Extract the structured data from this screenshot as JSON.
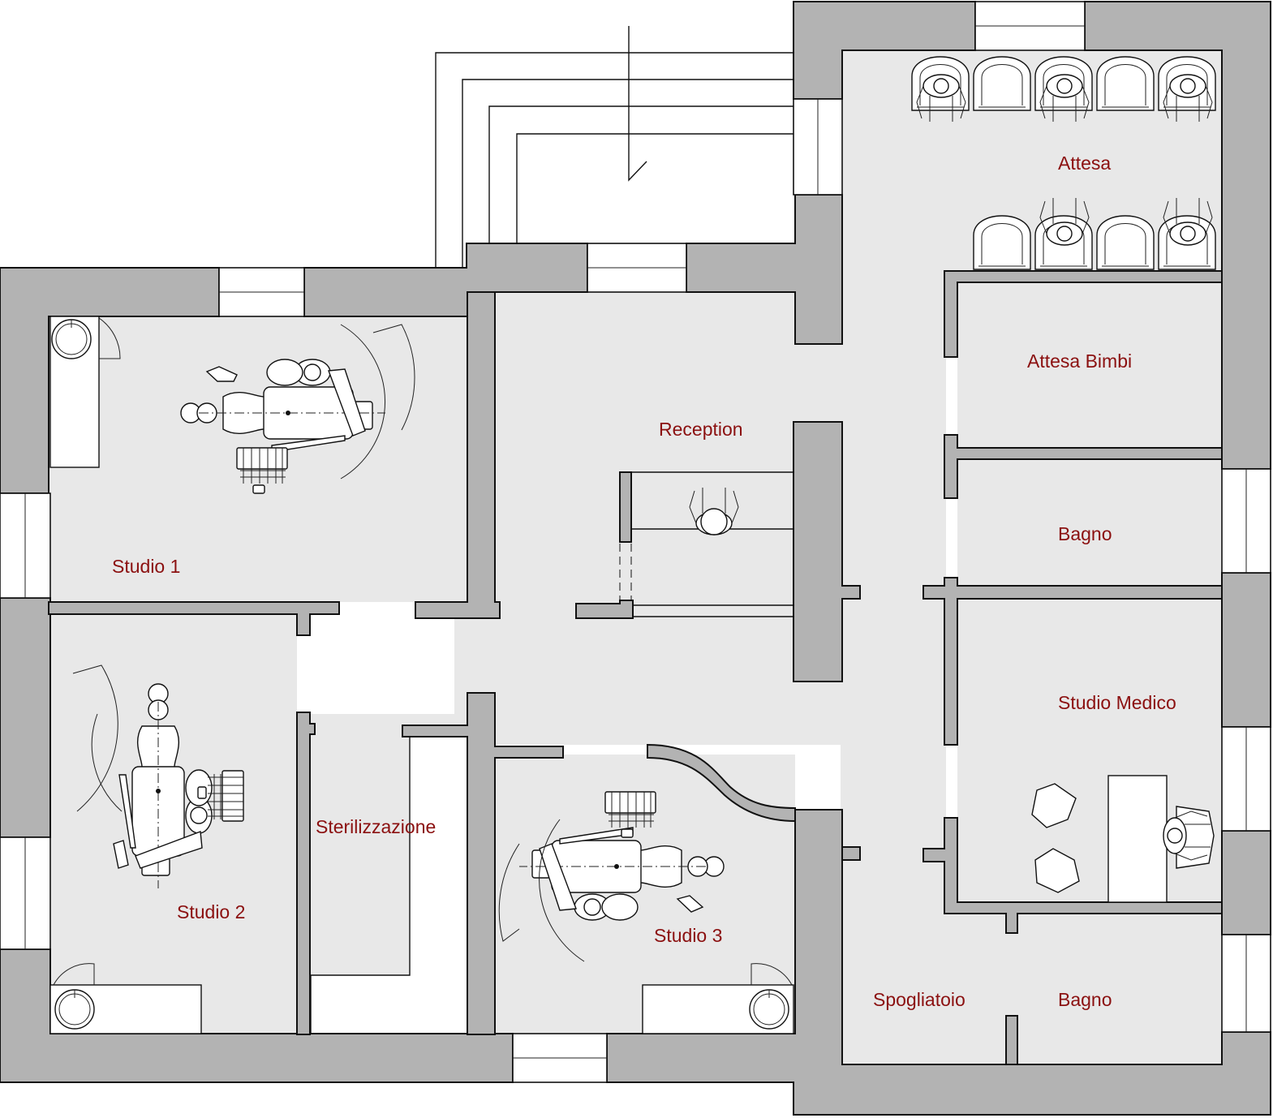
{
  "plan": {
    "rooms": {
      "studio_1": "Studio 1",
      "studio_2": "Studio 2",
      "studio_3": "Studio 3",
      "sterilizzazione": "Sterilizzazione",
      "reception": "Reception",
      "attesa": "Attesa",
      "attesa_bimbi": "Attesa Bimbi",
      "bagno_1": "Bagno",
      "studio_medico": "Studio Medico",
      "spogliatoio": "Spogliatoio",
      "bagno_2": "Bagno"
    }
  },
  "colors": {
    "wall": "#b3b3b3",
    "floor": "#e8e8e8",
    "label": "#8b1010"
  }
}
